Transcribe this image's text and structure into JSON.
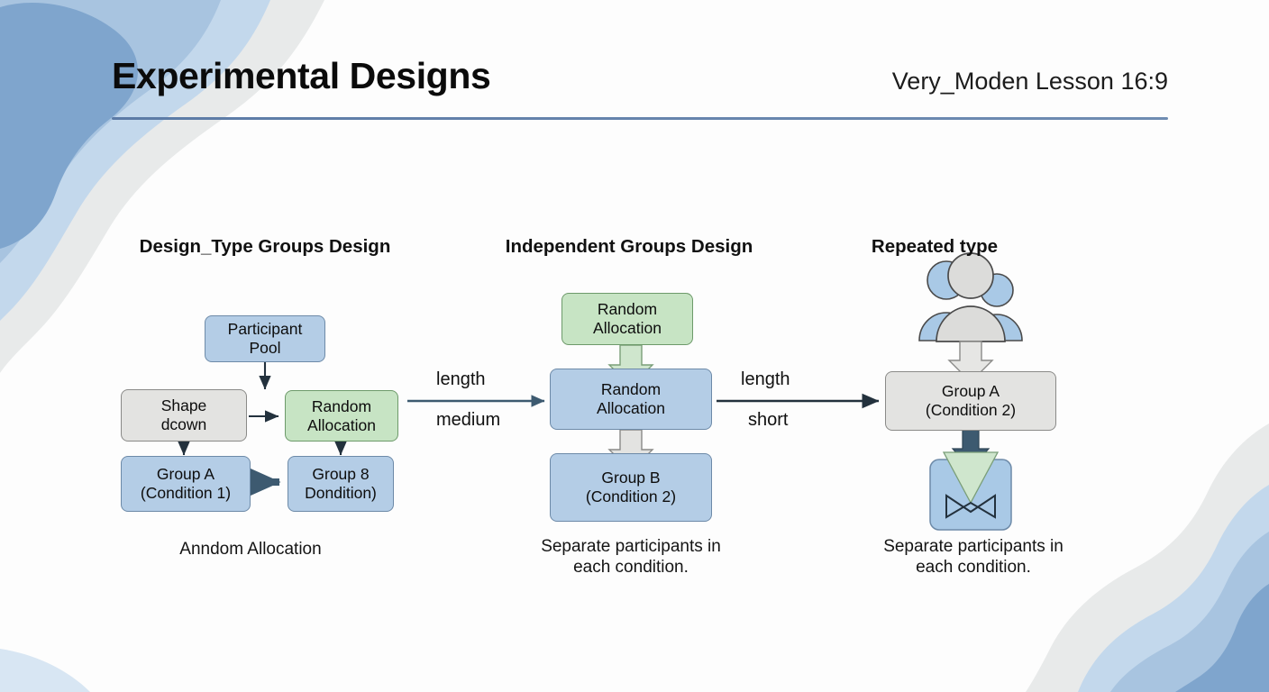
{
  "slide": {
    "title": "Experimental Designs",
    "header_right": "Very_Moden Lesson 16:9",
    "accent_color": "#5c7ba6",
    "background_color": "#fdfdfd"
  },
  "palette": {
    "box_blue": "#b4cde6",
    "box_green": "#c7e4c4",
    "box_grey": "#e3e3e1",
    "arrow_dark": "#3d5a70",
    "deco_blue_dark": "#7fa5cd",
    "deco_blue_mid": "#a8c4e0",
    "deco_blue_light": "#c3d8ec",
    "deco_grey": "#e8eaea"
  },
  "columns": [
    {
      "id": "design-type-groups",
      "heading": "Design_Type Groups Design",
      "caption": "Anndom Allocation",
      "nodes": [
        {
          "id": "participant-pool",
          "label": "Participant\nPool",
          "color": "blue"
        },
        {
          "id": "shape-dcown",
          "label": "Shape\ndcown",
          "color": "grey"
        },
        {
          "id": "random-allocation-1",
          "label": "Random\nAllocation",
          "color": "green"
        },
        {
          "id": "group-a-condition-1",
          "label": "Group A\n(Condition 1)",
          "color": "blue"
        },
        {
          "id": "group-8-dondition",
          "label": "Group 8\nDondition)",
          "color": "blue"
        }
      ]
    },
    {
      "id": "independent-groups",
      "heading": "Independent Groups Design",
      "caption": "Separate participants in\neach condition.",
      "nodes": [
        {
          "id": "random-allocation-green",
          "label": "Random\nAllocation",
          "color": "green"
        },
        {
          "id": "random-allocation-blue",
          "label": "Random\nAllocation",
          "color": "blue"
        },
        {
          "id": "group-b-condition-2",
          "label": "Group B\n(Condition 2)",
          "color": "blue"
        }
      ]
    },
    {
      "id": "repeated-type",
      "heading": "Repeated type",
      "caption": "Separate participants in\neach condition.",
      "icons": [
        {
          "id": "people-group-icon"
        },
        {
          "id": "bowtie-envelope-icon"
        }
      ],
      "nodes": [
        {
          "id": "group-a-condition-2",
          "label": "Group A\n(Condition 2)",
          "color": "grey"
        }
      ]
    }
  ],
  "edges": [
    {
      "id": "edge-col1-col2",
      "label_top": "length",
      "label_bottom": "medium"
    },
    {
      "id": "edge-col2-col3",
      "label_top": "length",
      "label_bottom": "short"
    }
  ]
}
